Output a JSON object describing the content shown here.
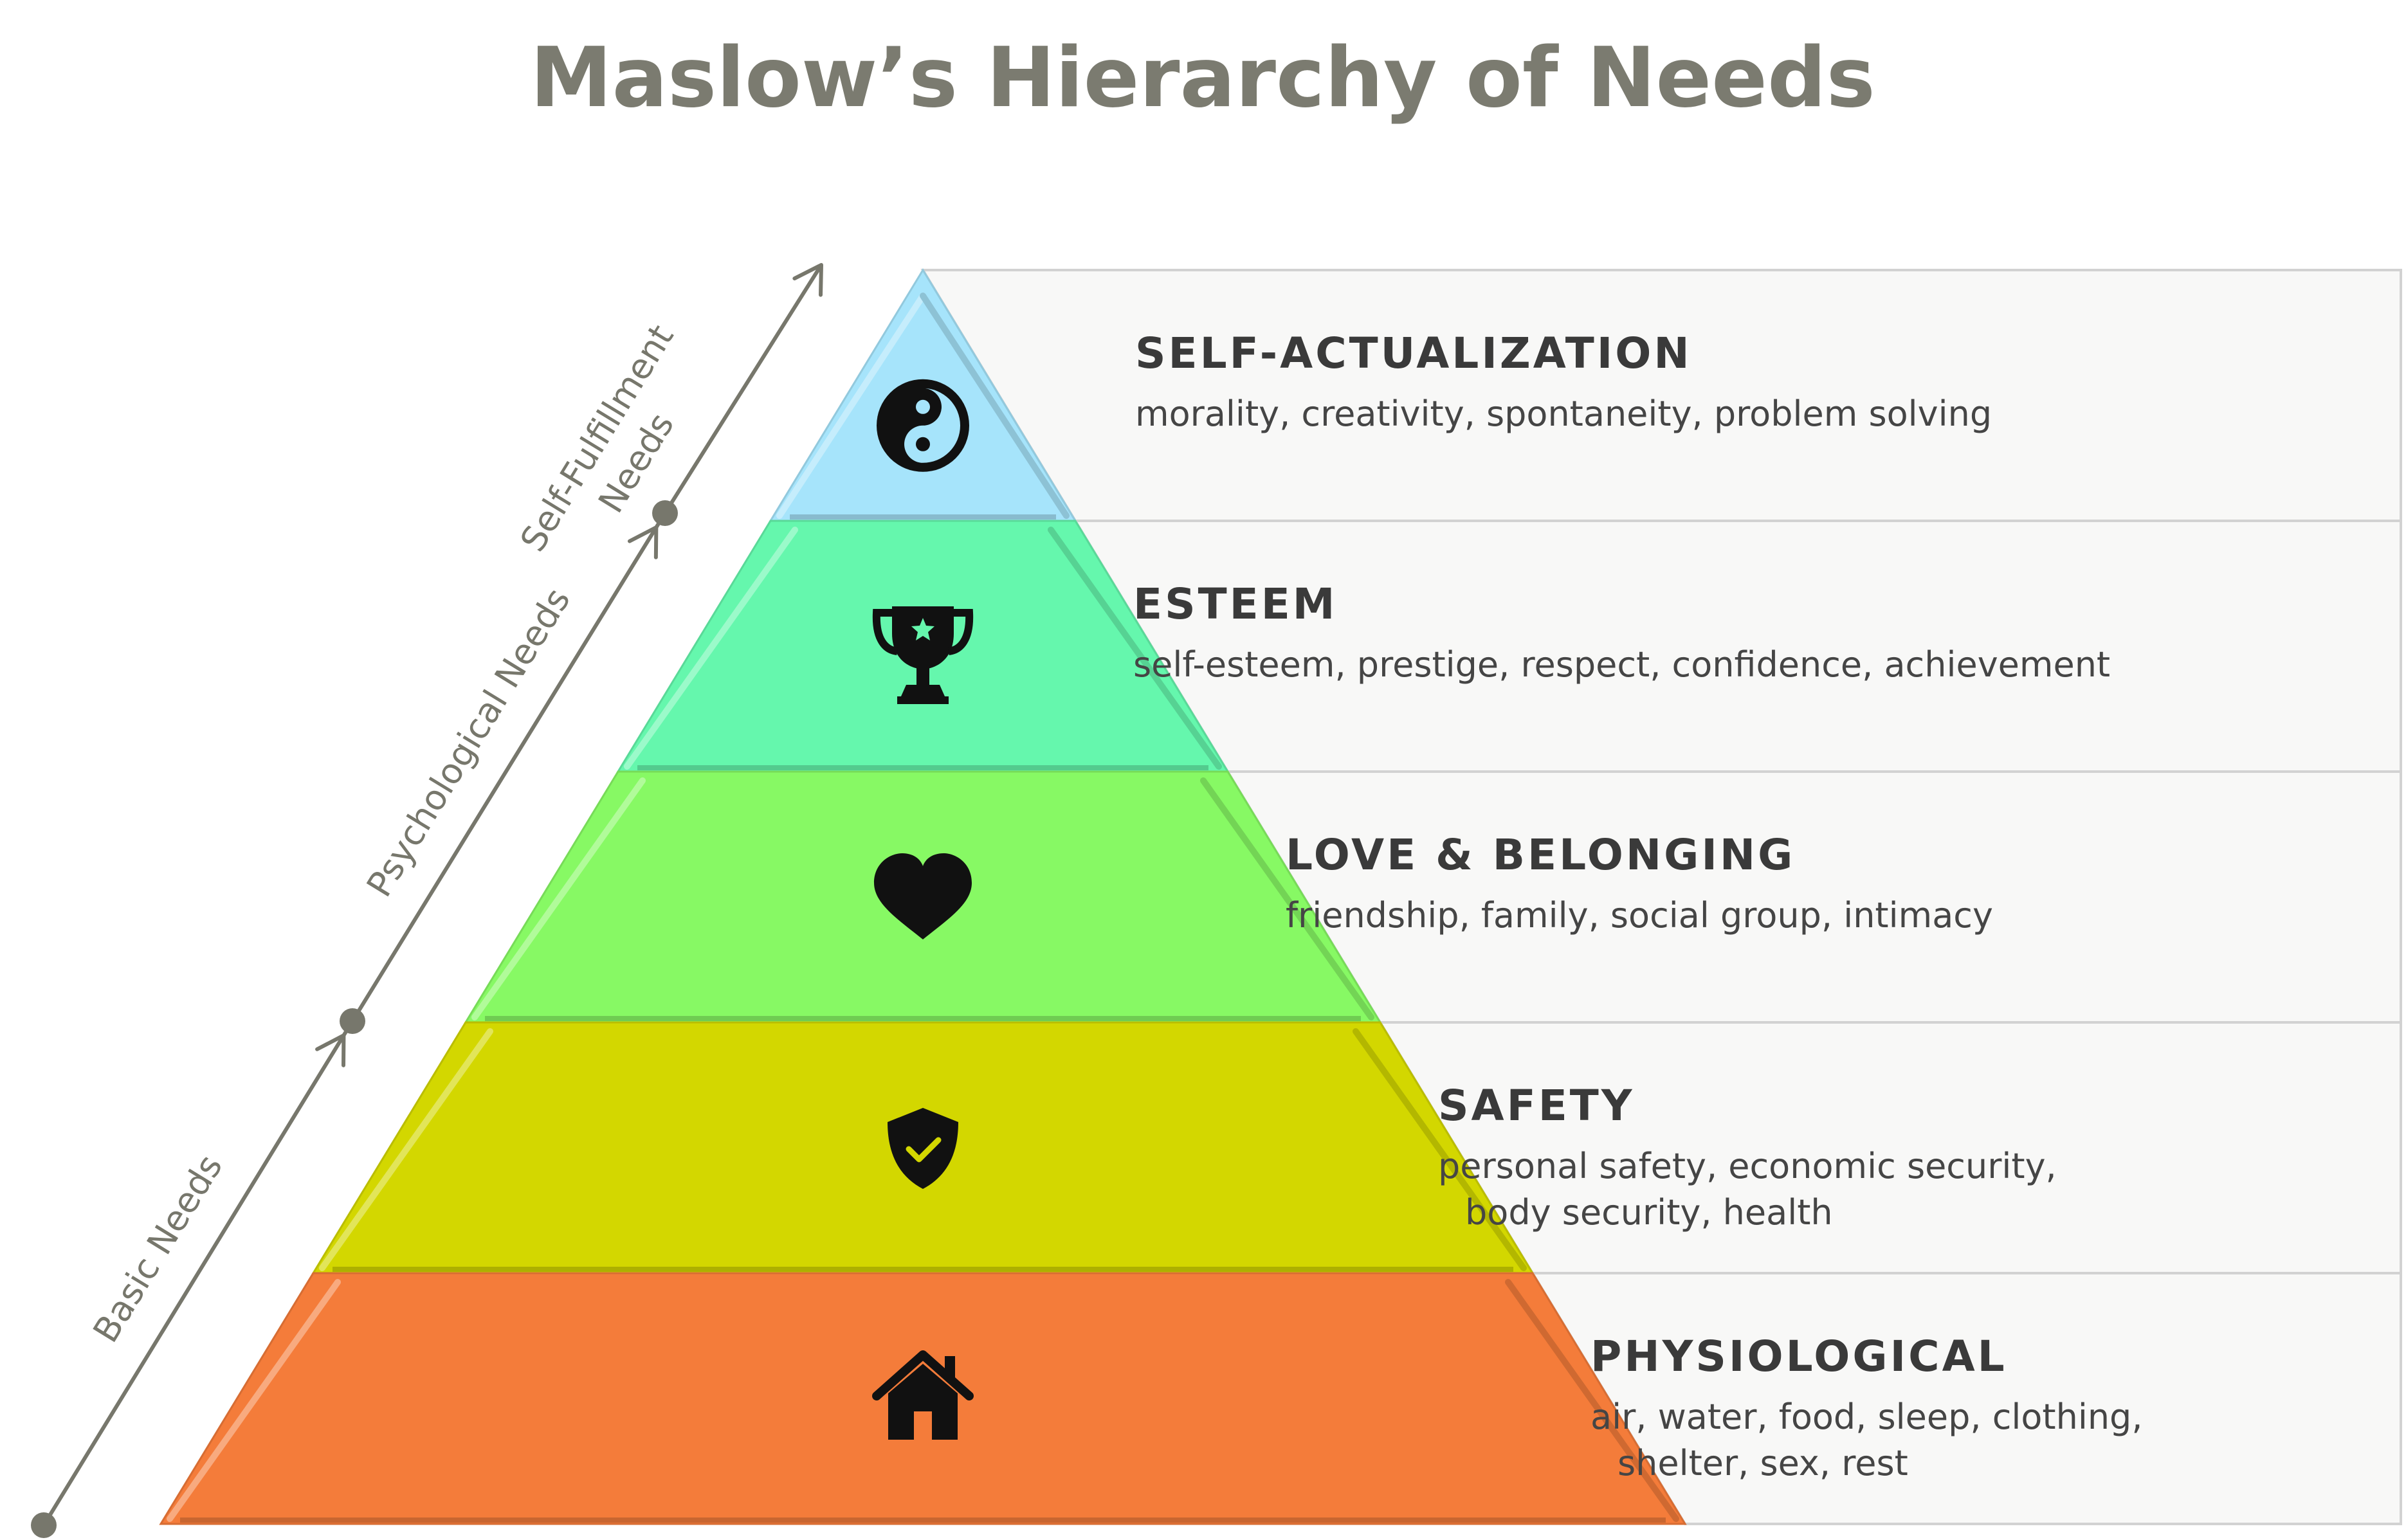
{
  "title": "Maslow’s Hierarchy of Needs",
  "colors": {
    "title": "#7b7b70",
    "text_title": "#3a3a3a",
    "text_desc": "#454545",
    "arrow": "#77776c",
    "panel": "#f8f8f7",
    "panel_border": "#d2d2d2"
  },
  "levels": [
    {
      "name": "SELF-ACTUALIZATION",
      "desc": [
        "morality, creativity, spontaneity, problem solving"
      ],
      "color": "#a6e4fb",
      "icon": "yin-yang-icon"
    },
    {
      "name": "ESTEEM",
      "desc": [
        "self-esteem, prestige, respect, confidence, achievement"
      ],
      "color": "#65f7ad",
      "icon": "trophy-icon"
    },
    {
      "name": "LOVE & BELONGING",
      "desc": [
        "friendship, family, social group, intimacy"
      ],
      "color": "#87f964",
      "icon": "heart-icon"
    },
    {
      "name": "SAFETY",
      "desc": [
        "personal safety, economic security,",
        "body security, health"
      ],
      "color": "#d3d700",
      "icon": "shield-check-icon"
    },
    {
      "name": "PHYSIOLOGICAL",
      "desc": [
        "air, water, food, sleep, clothing,",
        "shelter, sex, rest"
      ],
      "color": "#f47c3a",
      "icon": "house-icon"
    }
  ],
  "needs_axis": [
    {
      "label": [
        "Basic Needs"
      ]
    },
    {
      "label": [
        "Psychological Needs"
      ]
    },
    {
      "label": [
        "Self-Fulfillment",
        "Needs"
      ]
    }
  ]
}
